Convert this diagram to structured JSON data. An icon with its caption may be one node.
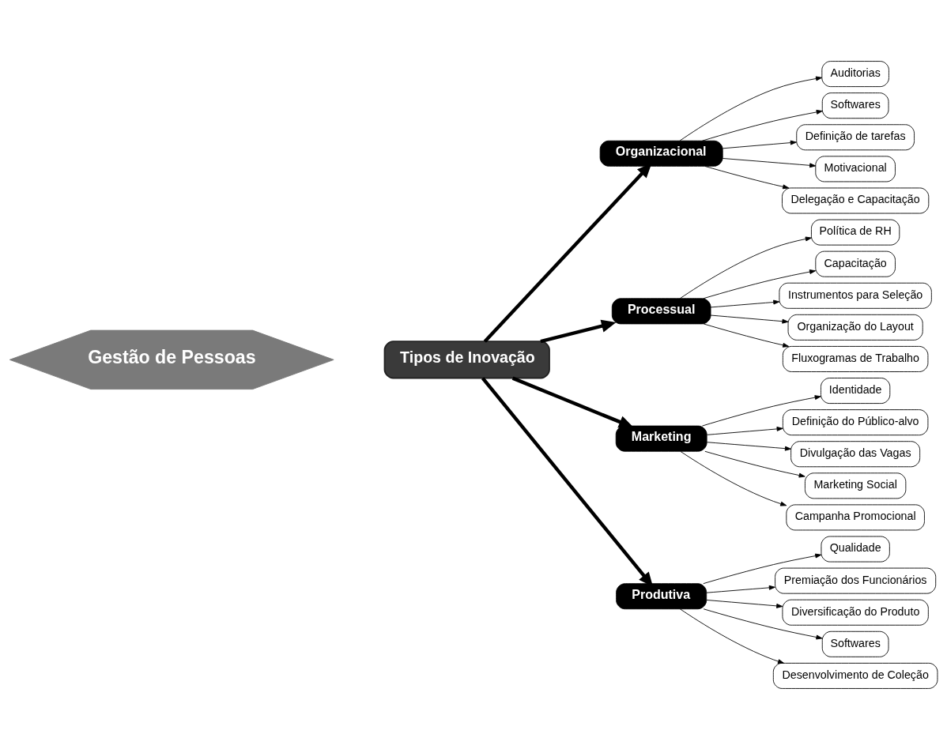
{
  "diagram": {
    "nodes": [
      {
        "text": [
          "Gestão de Pessoas"
        ]
      },
      {
        "text": [
          "Tipos de Inovação"
        ]
      },
      {
        "text": [
          "Organizacional"
        ]
      },
      {
        "text": [
          "Auditorias"
        ]
      },
      {
        "text": [
          "Softwares"
        ]
      },
      {
        "text": [
          "Definição de tarefas"
        ]
      },
      {
        "text": [
          "Motivacional"
        ]
      },
      {
        "text": [
          "Delegação e Capacitação"
        ]
      },
      {
        "text": [
          "Processual"
        ]
      },
      {
        "text": [
          "Política de RH"
        ]
      },
      {
        "text": [
          "Capacitação"
        ]
      },
      {
        "text": [
          "Instrumentos para Seleção"
        ]
      },
      {
        "text": [
          "Organização do Layout"
        ]
      },
      {
        "text": [
          "Fluxogramas de Trabalho"
        ]
      },
      {
        "text": [
          "Marketing"
        ]
      },
      {
        "text": [
          "Identidade"
        ]
      },
      {
        "text": [
          "Definição do Público-alvo"
        ]
      },
      {
        "text": [
          "Divulgação das Vagas"
        ]
      },
      {
        "text": [
          "Marketing Social"
        ]
      },
      {
        "text": [
          "Campanha Promocional"
        ]
      },
      {
        "text": [
          "Produtiva"
        ]
      },
      {
        "text": [
          "Qualidade"
        ]
      },
      {
        "text": [
          "Premiação dos Funcionários"
        ]
      },
      {
        "text": [
          "Diversificação do Produto"
        ]
      },
      {
        "text": [
          "Softwares"
        ]
      },
      {
        "text": [
          "Desenvolvimento de Coleção"
        ]
      }
    ],
    "edges": [
      {
        "from": 1,
        "to": 2,
        "arrow": "to",
        "style": "thick"
      },
      {
        "from": 1,
        "to": 8,
        "arrow": "to",
        "style": "thick"
      },
      {
        "from": 1,
        "to": 14,
        "arrow": "to",
        "style": "thick"
      },
      {
        "from": 1,
        "to": 20,
        "arrow": "to",
        "style": "thick"
      },
      {
        "from": 2,
        "to": 3,
        "arrow": "to"
      },
      {
        "from": 2,
        "to": 4,
        "arrow": "to"
      },
      {
        "from": 2,
        "to": 5,
        "arrow": "to"
      },
      {
        "from": 2,
        "to": 6,
        "arrow": "to"
      },
      {
        "from": 2,
        "to": 7,
        "arrow": "to"
      },
      {
        "from": 8,
        "to": 9,
        "arrow": "to"
      },
      {
        "from": 8,
        "to": 10,
        "arrow": "to"
      },
      {
        "from": 8,
        "to": 11,
        "arrow": "to"
      },
      {
        "from": 8,
        "to": 12,
        "arrow": "to"
      },
      {
        "from": 8,
        "to": 13,
        "arrow": "to"
      },
      {
        "from": 14,
        "to": 15,
        "arrow": "to"
      },
      {
        "from": 14,
        "to": 16,
        "arrow": "to"
      },
      {
        "from": 14,
        "to": 17,
        "arrow": "to"
      },
      {
        "from": 14,
        "to": 18,
        "arrow": "to"
      },
      {
        "from": 14,
        "to": 19,
        "arrow": "to"
      },
      {
        "from": 20,
        "to": 21,
        "arrow": "to"
      },
      {
        "from": 20,
        "to": 22,
        "arrow": "to"
      },
      {
        "from": 20,
        "to": 23,
        "arrow": "to"
      },
      {
        "from": 20,
        "to": 24,
        "arrow": "to"
      },
      {
        "from": 20,
        "to": 25,
        "arrow": "to"
      }
    ]
  }
}
